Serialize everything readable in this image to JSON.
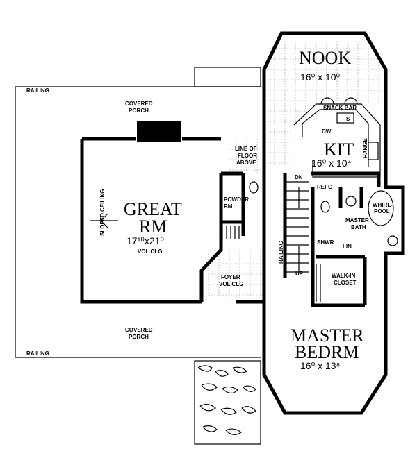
{
  "rooms": {
    "nook": {
      "name": "NOOK",
      "size": "16⁰ x 10⁰"
    },
    "kit": {
      "name": "KIT",
      "size": "16⁰ x 10⁴"
    },
    "great_rm": {
      "name1": "GREAT",
      "name2": "RM",
      "size": "17¹⁰x21⁰",
      "note": "VOL CLG"
    },
    "master_bedrm": {
      "name1": "MASTER",
      "name2": "BEDRM",
      "size": "16⁰ x 13⁸"
    },
    "master_bath": {
      "name1": "MASTER",
      "name2": "BATH"
    },
    "powder_rm": {
      "name1": "POWDER",
      "name2": "RM"
    },
    "foyer": {
      "name": "FOYER",
      "note": "VOL CLG"
    },
    "walk_in_closet": {
      "name1": "WALK-IN",
      "name2": "CLOSET"
    },
    "covered_porch_top": {
      "name1": "COVERED",
      "name2": "PORCH"
    },
    "covered_porch_bottom": {
      "name1": "COVERED",
      "name2": "PORCH"
    }
  },
  "labels": {
    "railing_top": "RAILING",
    "railing_bottom": "RAILING",
    "railing_stair": "RAILING",
    "snack_bar": "SNACK BAR",
    "dw": "DW",
    "range": "RANGE",
    "refg": "REFG",
    "dn": "DN",
    "up": "UP",
    "shwr": "SHWR",
    "lin": "LIN",
    "whirlpool1": "WHIRL-",
    "whirlpool2": "POOL",
    "line_of_floor1": "LINE OF",
    "line_of_floor2": "FLOOR",
    "line_of_floor3": "ABOVE",
    "sloped": "SLOPED",
    "ceiling": "CEILING",
    "sink": "S"
  }
}
